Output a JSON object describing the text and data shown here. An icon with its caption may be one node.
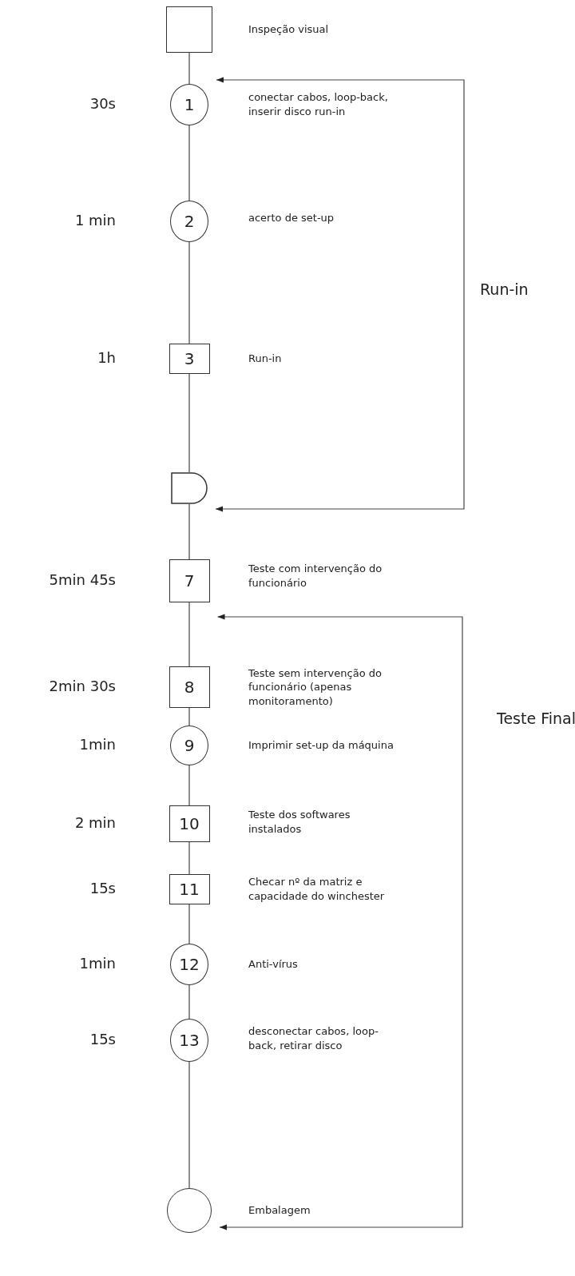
{
  "diagram": {
    "nodes": [
      {
        "text": [],
        "shape": "box",
        "beside": [
          "Inspeção visual"
        ]
      },
      {
        "text": [
          "1"
        ],
        "beside": [
          "30s",
          "conectar cabos, loop-back, inserir disco run-in"
        ]
      },
      {
        "text": [
          "2"
        ],
        "beside": [
          "1 min",
          "acerto de set-up"
        ]
      },
      {
        "text": [
          "3"
        ],
        "beside": [
          "1h",
          "Run-in"
        ]
      },
      {
        "text": [],
        "shape": "delay"
      },
      {
        "text": [
          "7"
        ],
        "beside": [
          "5min 45s",
          "Teste com intervenção do funcionário"
        ]
      },
      {
        "text": [
          "8"
        ],
        "beside": [
          "2min 30s",
          "Teste sem intervenção do funcionário (apenas monitoramento)"
        ]
      },
      {
        "text": [
          "9"
        ],
        "beside": [
          "1min",
          "Imprimir set-up da máquina"
        ]
      },
      {
        "text": [
          "10"
        ],
        "beside": [
          "2 min",
          "Teste dos softwares instalados"
        ]
      },
      {
        "text": [
          "11"
        ],
        "beside": [
          "15s",
          "Checar nº da matriz e capacidade do winchester"
        ]
      },
      {
        "text": [
          "12"
        ],
        "beside": [
          "1min",
          "Anti-vírus"
        ]
      },
      {
        "text": [
          "13"
        ],
        "beside": [
          "15s",
          "desconectar cabos, loop-back, retirar disco"
        ]
      },
      {
        "text": [],
        "shape": "circle",
        "beside": [
          "Embalagem"
        ]
      }
    ],
    "edges": [
      {
        "from": 0,
        "to": 1,
        "arrow": "none"
      },
      {
        "from": 1,
        "to": 2,
        "arrow": "none"
      },
      {
        "from": 2,
        "to": 3,
        "arrow": "none"
      },
      {
        "from": 3,
        "to": 4,
        "arrow": "none"
      },
      {
        "from": 4,
        "to": 5,
        "arrow": "none"
      },
      {
        "from": 5,
        "to": 6,
        "arrow": "none"
      },
      {
        "from": 6,
        "to": 7,
        "arrow": "none"
      },
      {
        "from": 7,
        "to": 8,
        "arrow": "none"
      },
      {
        "from": 8,
        "to": 9,
        "arrow": "none"
      },
      {
        "from": 9,
        "to": 10,
        "arrow": "none"
      },
      {
        "from": 10,
        "to": 11,
        "arrow": "none"
      },
      {
        "from": 11,
        "to": 12,
        "arrow": "none"
      },
      {
        "from": 1,
        "to": 4,
        "arrow": "both",
        "label": "Run-in"
      },
      {
        "from": 5,
        "to": 12,
        "arrow": "both",
        "label": "Teste Final"
      }
    ]
  }
}
